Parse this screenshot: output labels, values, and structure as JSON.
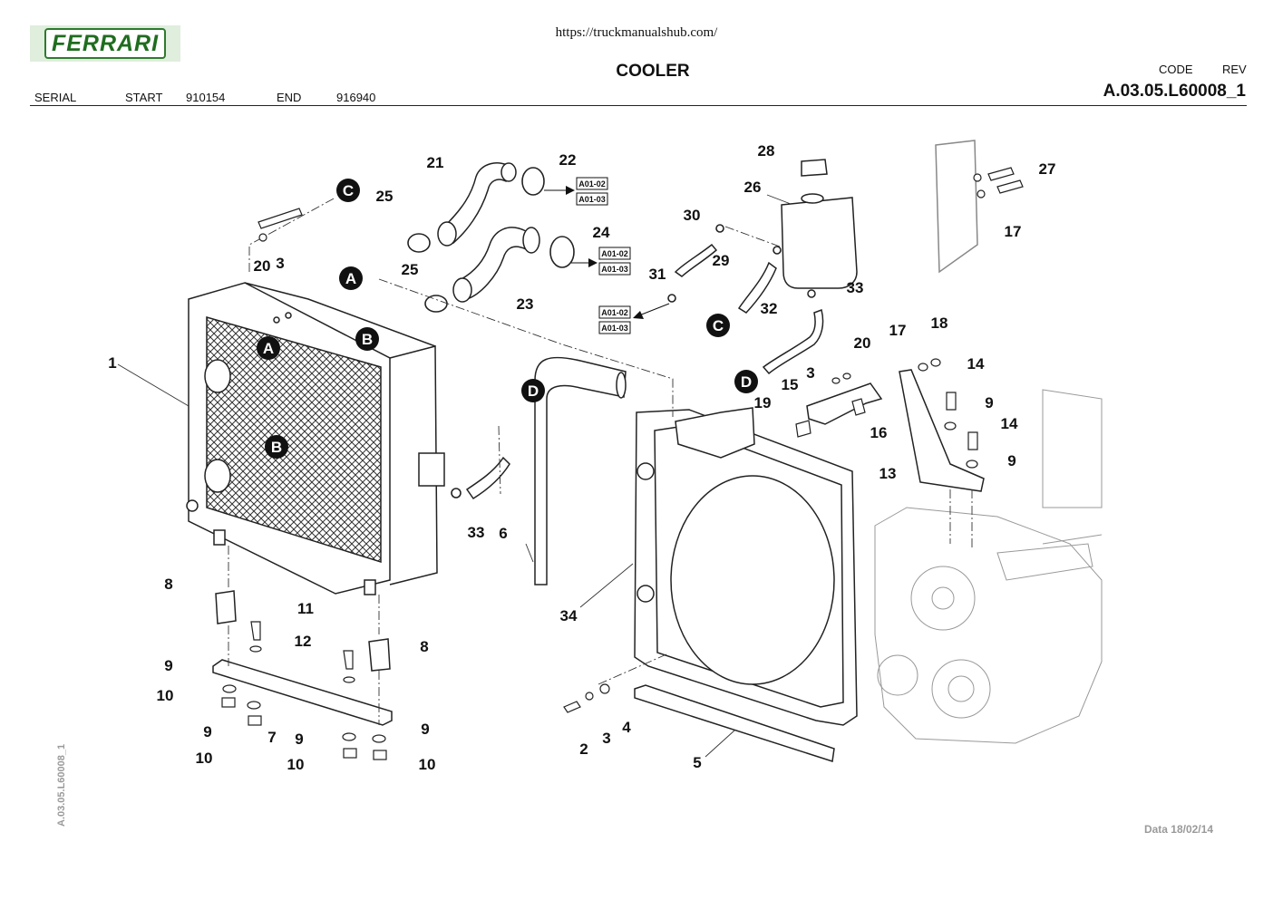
{
  "header": {
    "logo_text": "FERRARI",
    "url": "https://truckmanualshub.com/",
    "title": "COOLER",
    "serial_label": "SERIAL",
    "start_label": "START",
    "start_value": "910154",
    "end_label": "END",
    "end_value": "916940",
    "code_label": "CODE",
    "rev_label": "REV",
    "code_value": "A.03.05.L60008_1"
  },
  "footer": {
    "side_code": "A.03.05.L60008_1",
    "date": "Data 18/02/14"
  },
  "diagram": {
    "part_numbers": [
      "1",
      "2",
      "3",
      "3",
      "3",
      "4",
      "5",
      "6",
      "7",
      "8",
      "8",
      "9",
      "9",
      "9",
      "9",
      "9",
      "9",
      "10",
      "10",
      "10",
      "10",
      "11",
      "12",
      "13",
      "14",
      "14",
      "15",
      "16",
      "17",
      "17",
      "18",
      "19",
      "20",
      "20",
      "21",
      "22",
      "23",
      "24",
      "25",
      "25",
      "26",
      "27",
      "28",
      "29",
      "30",
      "31",
      "32",
      "33",
      "33",
      "34"
    ],
    "connection_callouts": [
      "A",
      "A",
      "B",
      "B",
      "C",
      "C",
      "D",
      "D"
    ],
    "reference_tags": [
      "A01-02",
      "A01-03"
    ]
  }
}
